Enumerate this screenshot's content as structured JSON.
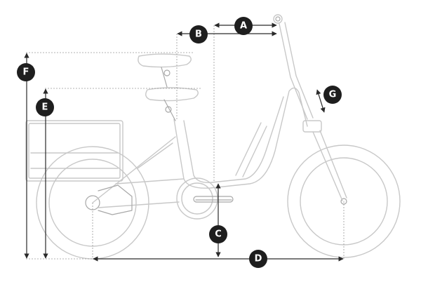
{
  "dimensions": {
    "a": "A",
    "b": "B",
    "c": "C",
    "d": "D",
    "e": "E",
    "f": "F",
    "g": "G"
  },
  "colors": {
    "outline": "#c8c8c8",
    "dimension": "#2a2a2a",
    "badge": "#1e1e1e"
  }
}
